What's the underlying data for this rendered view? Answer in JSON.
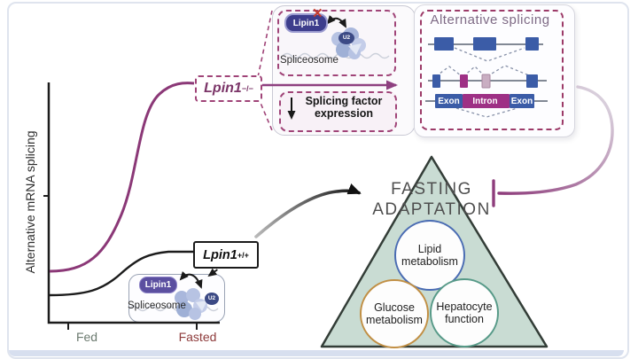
{
  "frame": {
    "border_color": "#dfe4ee",
    "strip_color": "#d7dfef"
  },
  "graph": {
    "y_axis_label": "Alternative mRNA splicing",
    "axis_color": "#1c1c1c",
    "x_ticks": [
      {
        "label": "Fed",
        "color": "#6b7a6f"
      },
      {
        "label": "Fasted",
        "color": "#8e3b3b"
      }
    ],
    "curves": {
      "knockout": {
        "color": "#8b3877"
      },
      "wildtype": {
        "color": "#1c1c1c"
      }
    }
  },
  "callouts": {
    "lpin1_ko": {
      "gene": "Lpin1",
      "sup": "−/−",
      "text_color": "#7b3568"
    },
    "lpin1_wt": {
      "gene": "Lpin1",
      "sup": "+/+",
      "text_color": "#111111"
    }
  },
  "spliceosome_top": {
    "badge": "Lipin1",
    "u2": "U2",
    "caption": "Spliceosome",
    "cross_icon": "✕"
  },
  "spliceosome_bottom": {
    "badge": "Lipin1",
    "u2": "U2",
    "caption": "Spliceosome"
  },
  "splicing_factor": {
    "line1": "Splicing factor",
    "line2": "expression"
  },
  "alt_splicing": {
    "title": "Alternative splicing",
    "title_color": "#7e6a85",
    "row3_labels": {
      "exon_left": "Exon",
      "intron": "Intron",
      "exon_right": "Exon"
    },
    "colors": {
      "exon": "#3b5ca7",
      "intron": "#9e3085",
      "alt_exon": "#c9aec2",
      "dashed": "#8791a8",
      "line": "#5a6372"
    }
  },
  "arrows": {
    "activation_start": "#b9b9b9",
    "activation_end": "#111111",
    "inhibition_start": "#8e3d7c",
    "inhibition_end": "#d8cedb",
    "magenta_arrow": "#8e4080",
    "callout_dash": "#a04478"
  },
  "triangle": {
    "line1": "FASTING",
    "line2": "ADAPTATION",
    "title_color": "#4f4f4f",
    "fill": "#c9dcd3",
    "stroke": "#333d37",
    "circles": [
      {
        "line1": "Lipid",
        "line2": "metabolism",
        "border": "#4a6cb3"
      },
      {
        "line1": "Glucose",
        "line2": "metabolism",
        "border": "#c18f44"
      },
      {
        "line1": "Hepatocyte",
        "line2": "function",
        "border": "#579a88"
      }
    ]
  }
}
